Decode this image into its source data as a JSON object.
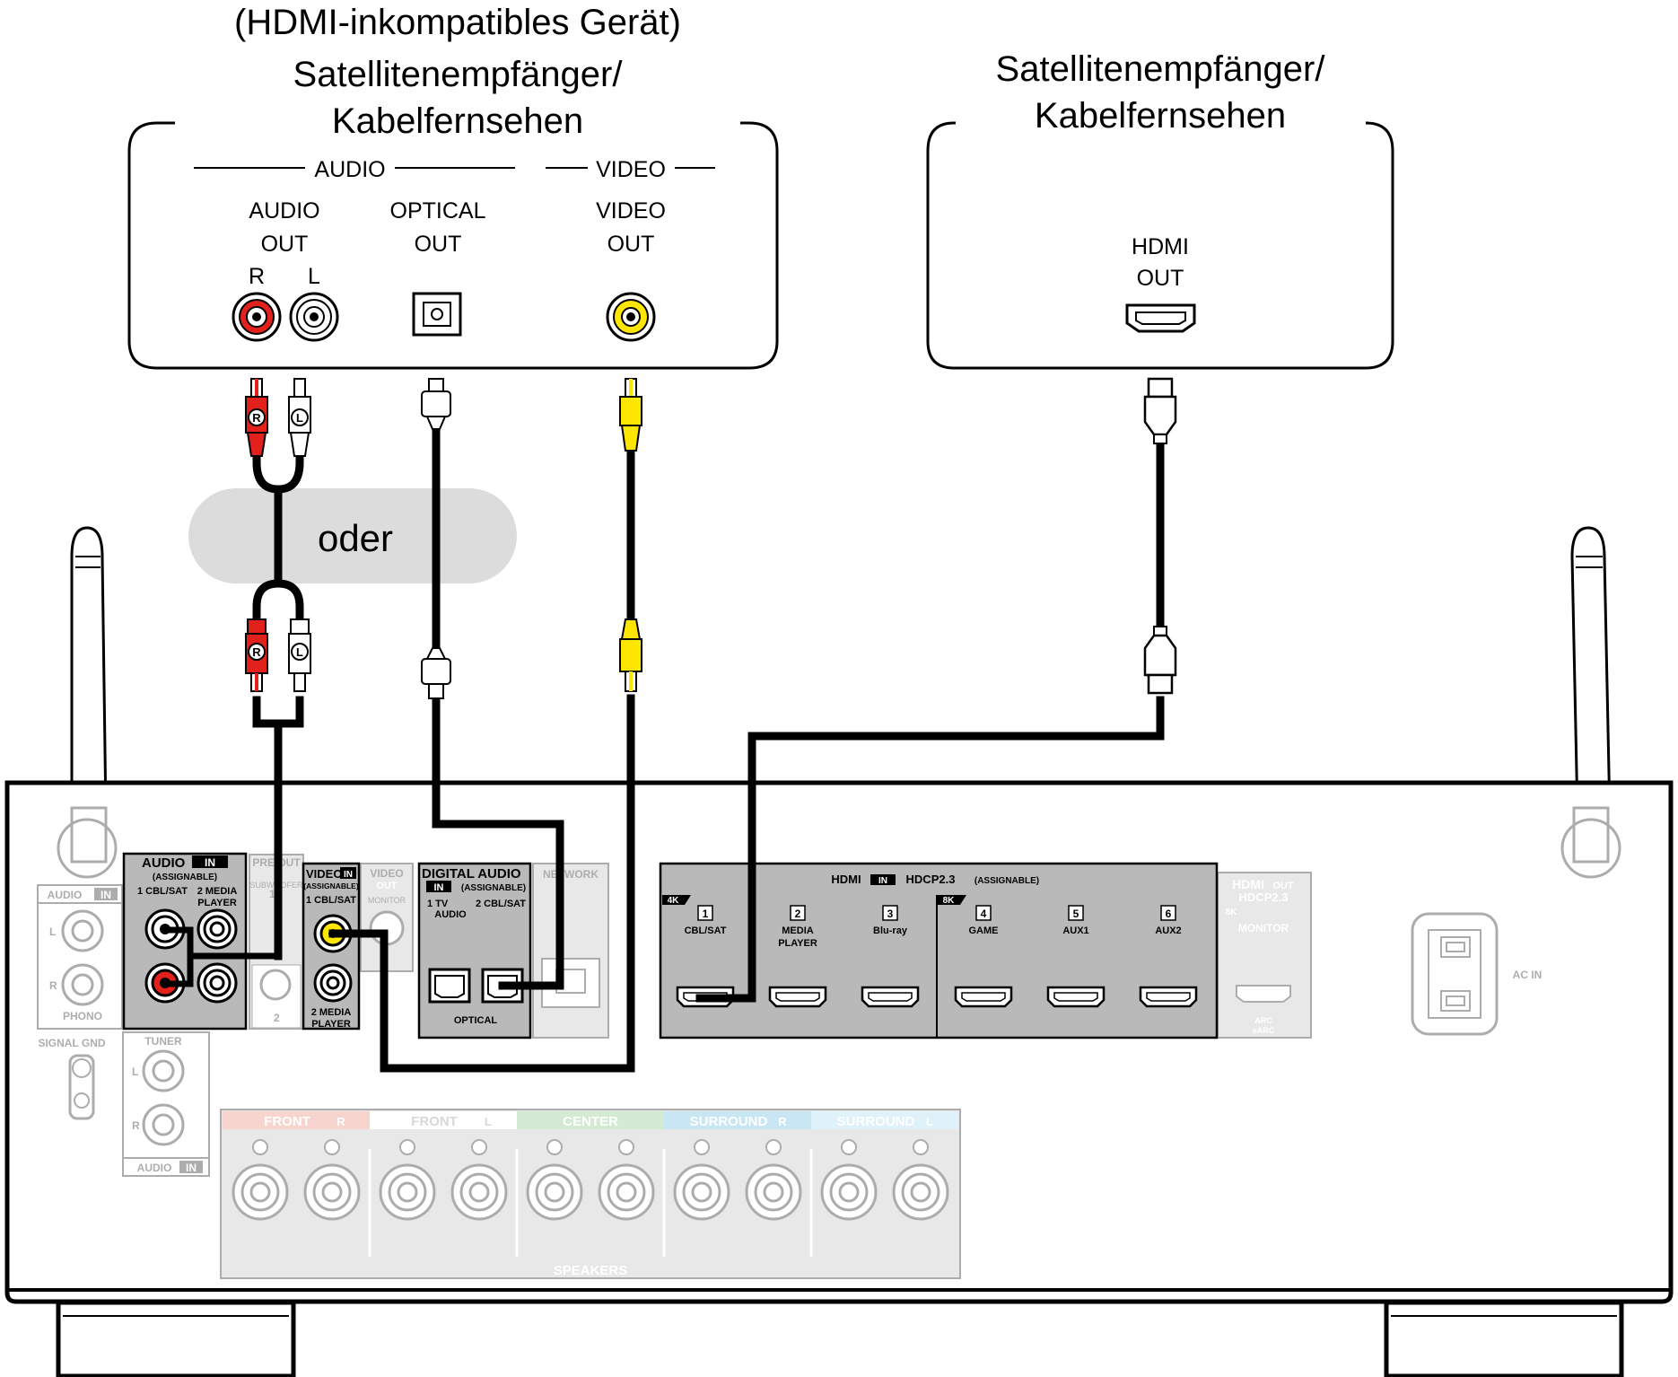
{
  "left_device": {
    "title_line1": "(HDMI-inkompatibles Gerät)",
    "title_line2": "Satellitenempfänger/",
    "title_line3": "Kabelfernsehen",
    "group_audio": "AUDIO",
    "group_video": "VIDEO",
    "audio_out_line1": "AUDIO",
    "audio_out_line2": "OUT",
    "ch_r": "R",
    "ch_l": "L",
    "optical_line1": "OPTICAL",
    "optical_line2": "OUT",
    "video_out_line1": "VIDEO",
    "video_out_line2": "OUT"
  },
  "right_device": {
    "title_line1": "Satellitenempfänger/",
    "title_line2": "Kabelfernsehen",
    "hdmi_line1": "HDMI",
    "hdmi_line2": "OUT"
  },
  "or_label": "oder",
  "plug_r": "R",
  "plug_l": "L",
  "receiver": {
    "audio_in": {
      "title": "AUDIO",
      "badge": "IN",
      "assignable": "(ASSIGNABLE)",
      "col1": "1 CBL/SAT",
      "col2_line1": "2 MEDIA",
      "col2_line2": "PLAYER"
    },
    "video_in": {
      "title": "VIDEO",
      "badge": "IN",
      "assignable": "(ASSIGNABLE)",
      "col1": "1 CBL/SAT",
      "col2_line1": "2 MEDIA",
      "col2_line2": "PLAYER"
    },
    "digital_audio": {
      "title": "DIGITAL AUDIO",
      "badge": "IN",
      "assignable": "(ASSIGNABLE)",
      "col1_line1": "1   TV",
      "col1_line2": "AUDIO",
      "col2": "2 CBL/SAT",
      "footer": "OPTICAL"
    },
    "hdmi": {
      "title": "HDMI",
      "badge": "IN",
      "hdcp": "HDCP2.3",
      "assignable": "(ASSIGNABLE)",
      "badge_4k": "4K",
      "badge_8k": "8K",
      "inputs": [
        {
          "num": "1",
          "line1": "CBL/SAT",
          "line2": ""
        },
        {
          "num": "2",
          "line1": "MEDIA",
          "line2": "PLAYER"
        },
        {
          "num": "3",
          "line1": "Blu-ray",
          "line2": ""
        },
        {
          "num": "4",
          "line1": "GAME",
          "line2": ""
        },
        {
          "num": "5",
          "line1": "AUX1",
          "line2": ""
        },
        {
          "num": "6",
          "line1": "AUX2",
          "line2": ""
        }
      ]
    },
    "hdmi_out": {
      "title": "HDMI",
      "badge": "OUT",
      "hdcp": "HDCP2.3",
      "badge_8k": "8K",
      "label": "MONITOR",
      "arc_line1": "ARC",
      "arc_line2": "eARC"
    },
    "phono": {
      "title": "AUDIO",
      "badge": "IN",
      "label": "PHONO",
      "ch_l": "L",
      "ch_r": "R",
      "signal_gnd": "SIGNAL GND"
    },
    "tuner": {
      "title": "TUNER",
      "ch_l": "L",
      "ch_r": "R",
      "footer": "AUDIO",
      "badge": "IN"
    },
    "pre_out": {
      "title": "PRE OUT",
      "sub": "SUBWOOFER",
      "n1": "1",
      "n2": "2"
    },
    "video_out": {
      "title": "VIDEO",
      "badge": "OUT",
      "sub": "MONITOR"
    },
    "network": {
      "title": "NETWORK"
    },
    "ac_in": "AC IN",
    "speakers": {
      "footer": "SPEAKERS",
      "channels": [
        {
          "name": "FRONT",
          "ch": "R",
          "color": "#e8806a"
        },
        {
          "name": "FRONT",
          "ch": "L",
          "color": "#ffffff"
        },
        {
          "name": "CENTER",
          "ch": "",
          "color": "#7cc07a"
        },
        {
          "name": "SURROUND",
          "ch": "R",
          "color": "#5bb3df"
        },
        {
          "name": "SURROUND",
          "ch": "L",
          "color": "#9fd4ee"
        }
      ]
    }
  },
  "colors": {
    "red_plug": "#e3211c",
    "yellow_plug": "#ffe600",
    "panel_gray": "#b9b9b9",
    "cable": "#000000"
  }
}
